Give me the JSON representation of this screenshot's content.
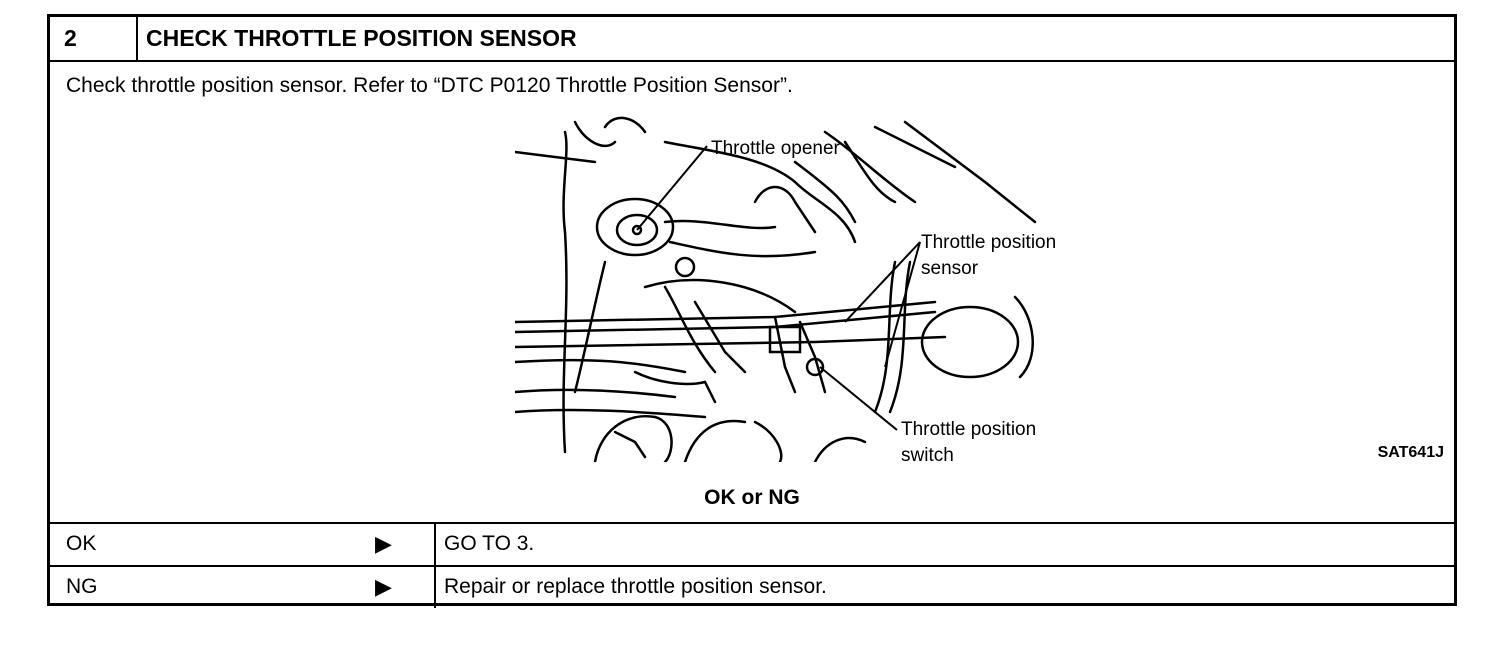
{
  "step": {
    "number": "2",
    "title": "CHECK THROTTLE POSITION SENSOR",
    "instruction": "Check throttle position sensor. Refer to “DTC P0120 Throttle Position Sensor”."
  },
  "figure": {
    "callouts": {
      "throttle_opener": "Throttle opener",
      "tps_line1": "Throttle position",
      "tps_line2": "sensor",
      "tpsw_line1": "Throttle position",
      "tpsw_line2": "switch"
    },
    "figure_id": "SAT641J"
  },
  "result_prompt": "OK or NG",
  "outcomes": [
    {
      "label": "OK",
      "arrow": "▶",
      "action": "GO TO 3."
    },
    {
      "label": "NG",
      "arrow": "▶",
      "action": "Repair or replace throttle position sensor."
    }
  ]
}
